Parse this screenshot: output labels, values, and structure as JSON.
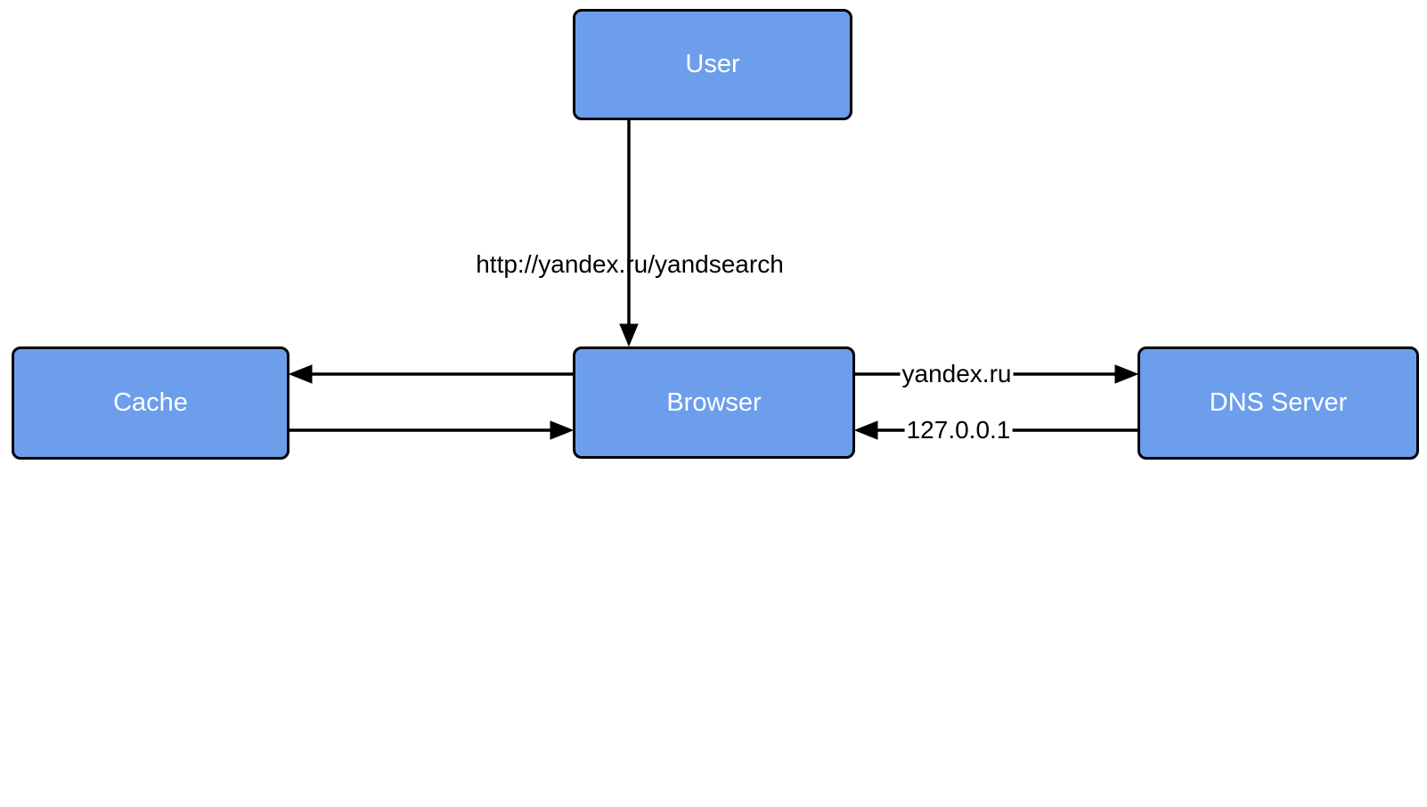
{
  "diagram": {
    "theme": {
      "background": "#ffffff",
      "node_fill": "#6d9eeb",
      "node_border": "#000000",
      "node_text": "#ffffff",
      "edge_color": "#000000",
      "edge_label_text": "#000000"
    },
    "nodes": {
      "user": {
        "label": "User"
      },
      "cache": {
        "label": "Cache"
      },
      "browser": {
        "label": "Browser"
      },
      "dns": {
        "label": "DNS Server"
      }
    },
    "edges": {
      "user_to_browser": {
        "label": "http://yandex.ru/yandsearch",
        "direction": "User → Browser"
      },
      "browser_to_cache": {
        "label": "",
        "direction": "Browser → Cache"
      },
      "cache_to_browser": {
        "label": "",
        "direction": "Cache → Browser"
      },
      "browser_to_dns": {
        "label": "yandex.ru",
        "direction": "Browser → DNS Server"
      },
      "dns_to_browser": {
        "label": "127.0.0.1",
        "direction": "DNS Server → Browser"
      }
    }
  }
}
